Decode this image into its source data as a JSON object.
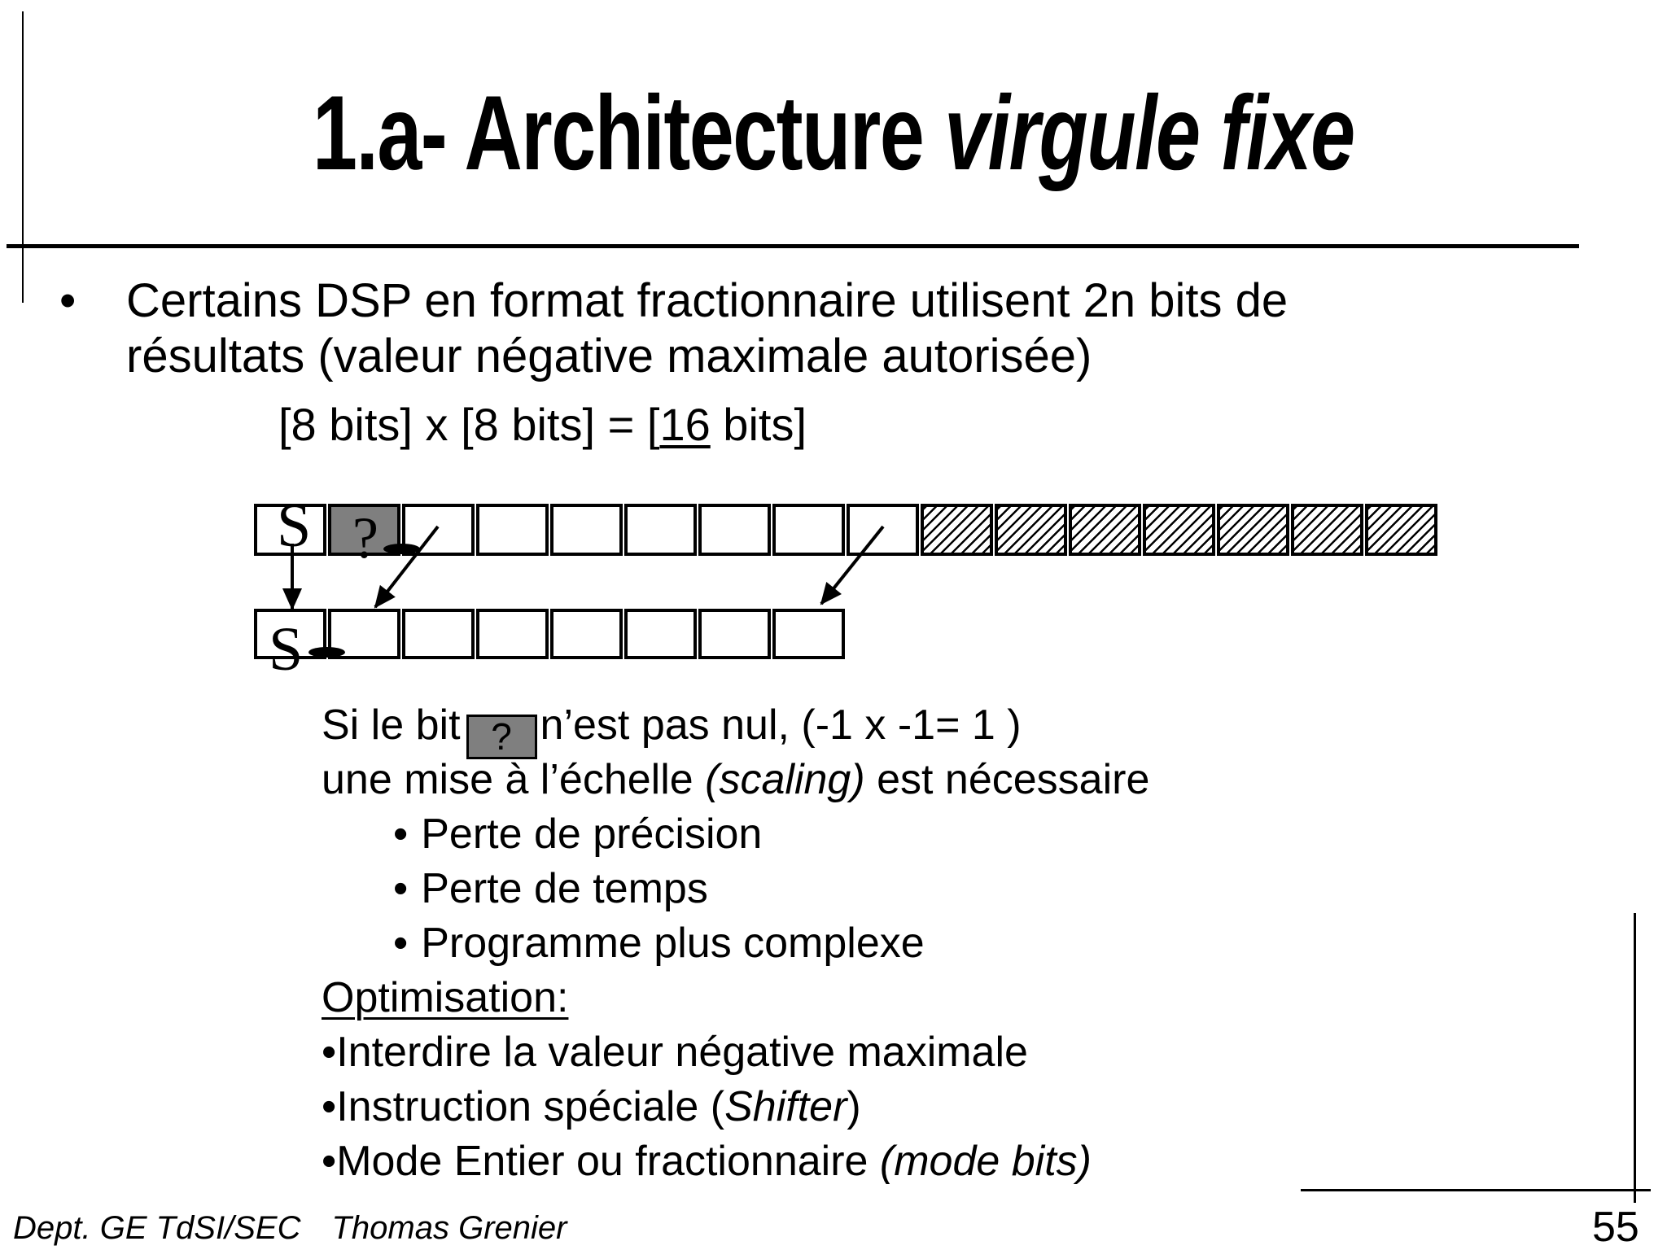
{
  "title": {
    "number": "1.a- Architecture ",
    "emphasis": "virgule fixe"
  },
  "intro": {
    "bullet": "•",
    "line1": "Certains DSP en format fractionnaire utilisent 2n bits de",
    "line2": "résultats (valeur négative maximale autorisée)"
  },
  "formula": {
    "pre": "[8 bits] x [8 bits] = [",
    "emph": "16",
    "post": " bits]"
  },
  "diagram": {
    "flag_color": "#7f7f7f",
    "top_register": {
      "cell_count": 16,
      "sign_label": "S",
      "flag_label": "?",
      "flag_index": 1,
      "hatched_from": 9
    },
    "bottom_register": {
      "cell_count": 8,
      "sign_label": "S"
    }
  },
  "body": {
    "l1_pre": "Si le bit",
    "l1_flag": "?",
    "l1_post": "n’est pas nul, (-1 x -1= 1 )",
    "l2_pre": "une mise à l’échelle ",
    "l2_em": "(scaling)",
    "l2_post": " est nécessaire",
    "bullet_glyph": "•",
    "bullets": [
      "Perte de précision",
      "Perte de temps",
      "Programme plus complexe"
    ],
    "opt_title": "Optimisation:",
    "opt1": "•Interdire la valeur négative maximale",
    "opt2_pre": "•Instruction spéciale (",
    "opt2_em": "Shifter",
    "opt2_post": ")",
    "opt3_pre": "•Mode Entier ou fractionnaire ",
    "opt3_em": "(mode bits)"
  },
  "footer": {
    "dept": "Dept. GE TdSI/SEC",
    "author": "Thomas Grenier",
    "page": "55"
  }
}
